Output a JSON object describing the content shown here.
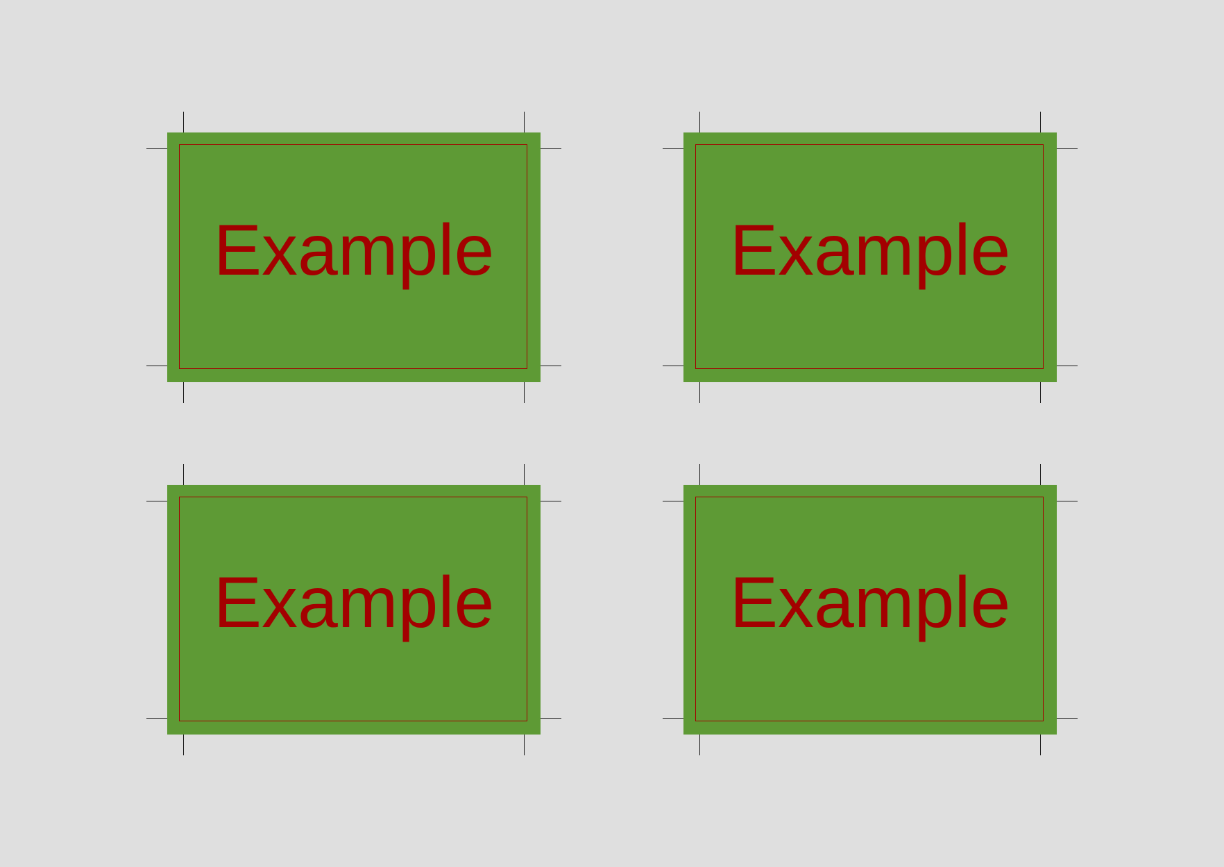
{
  "colors": {
    "background": "#dfdfdf",
    "card_fill": "#5e9a35",
    "text_and_safe_line": "#a30000",
    "crop_marks": "#1a1a1a"
  },
  "cards": [
    {
      "label": "Example"
    },
    {
      "label": "Example"
    },
    {
      "label": "Example"
    },
    {
      "label": "Example"
    }
  ]
}
